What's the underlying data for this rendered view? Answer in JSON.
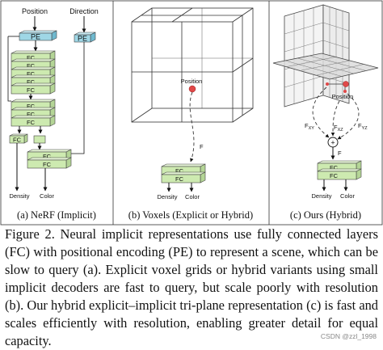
{
  "panel_a": {
    "input_position": "Position",
    "input_direction": "Direction",
    "pe_label": "PE",
    "fc_label": "FC",
    "output_density": "Density",
    "output_color": "Color",
    "caption": "(a) NeRF (Implicit)"
  },
  "panel_b": {
    "position_label": "Position",
    "feature_label": "F",
    "fc_label": "FC",
    "output_density": "Density",
    "output_color": "Color",
    "caption": "(b) Voxels (Explicit or Hybrid)"
  },
  "panel_c": {
    "position_label": "Position",
    "f_base": "F",
    "f_xy_sub": "XY",
    "f_xz_sub": "XZ",
    "f_yz_sub": "YZ",
    "sum_symbol": "+",
    "feature_label": "F",
    "fc_label": "FC",
    "output_density": "Density",
    "output_color": "Color",
    "caption": "(c) Ours (Hybrid)"
  },
  "caption": {
    "text": "Figure 2. Neural implicit representations use fully connected layers (FC) with positional encoding (PE) to represent a scene, which can be slow to query (a). Explicit voxel grids or hybrid variants using small implicit decoders are fast to query, but scale poorly with resolution (b). Our hybrid explicit–implicit tri-plane representation (c) is fast and scales efficiently with resolution, enabling greater detail for equal capacity."
  },
  "watermark": "CSDN @zzl_1998",
  "colors": {
    "pe_fill": "#9fd7e6",
    "fc_fill": "#cdeab0",
    "point": "#e04848"
  }
}
